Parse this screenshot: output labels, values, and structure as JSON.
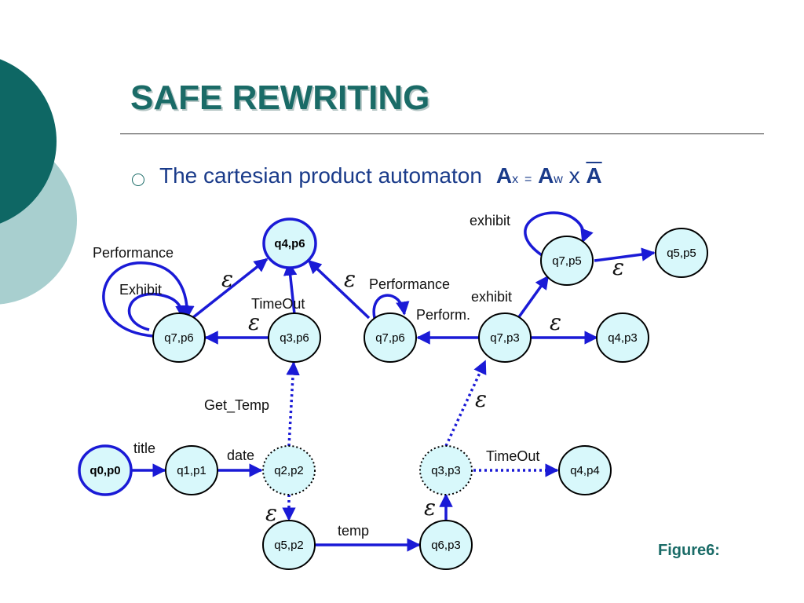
{
  "slide": {
    "title": "SAFE REWRITING",
    "bullet_text": "The cartesian product automaton",
    "formula": {
      "a1": "A",
      "sub1": "x",
      "eq": "=",
      "a2": "A",
      "sub2": "w",
      "times": "x",
      "a3": "A"
    },
    "caption": "Figure6:"
  },
  "colors": {
    "accent": "#1a6b67",
    "accent_light": "#a8cfcf",
    "node_fill": "#d8f8fb",
    "edge": "#1a1ad6",
    "text_blue": "#1a3b8a"
  },
  "diagram": {
    "nodes": [
      {
        "id": "q4p6_top",
        "label": "q4,p6",
        "style": "bold"
      },
      {
        "id": "q7p6_left",
        "label": "q7,p6",
        "style": "solid"
      },
      {
        "id": "q3p6",
        "label": "q3,p6",
        "style": "solid"
      },
      {
        "id": "q7p6_mid",
        "label": "q7,p6",
        "style": "solid"
      },
      {
        "id": "q7p3",
        "label": "q7,p3",
        "style": "solid"
      },
      {
        "id": "q4p3",
        "label": "q4,p3",
        "style": "solid"
      },
      {
        "id": "q7p5",
        "label": "q7,p5",
        "style": "solid"
      },
      {
        "id": "q5p5",
        "label": "q5,p5",
        "style": "solid"
      },
      {
        "id": "q0p0",
        "label": "q0,p0",
        "style": "start"
      },
      {
        "id": "q1p1",
        "label": "q1,p1",
        "style": "solid"
      },
      {
        "id": "q2p2",
        "label": "q2,p2",
        "style": "dotted"
      },
      {
        "id": "q5p2",
        "label": "q5,p2",
        "style": "solid"
      },
      {
        "id": "q6p3",
        "label": "q6,p3",
        "style": "solid"
      },
      {
        "id": "q3p3",
        "label": "q3,p3",
        "style": "dotted"
      },
      {
        "id": "q4p4",
        "label": "q4,p4",
        "style": "solid"
      }
    ],
    "labels": [
      {
        "id": "performance_left",
        "text": "Performance"
      },
      {
        "id": "exhibit_left",
        "text": "Exhibit"
      },
      {
        "id": "eps_1",
        "text": "ε"
      },
      {
        "id": "timeout_mid",
        "text": "TimeOut"
      },
      {
        "id": "eps_2",
        "text": "ε"
      },
      {
        "id": "eps_3",
        "text": "ε"
      },
      {
        "id": "performance_mid",
        "text": "Performance"
      },
      {
        "id": "perform_mid",
        "text": "Perform."
      },
      {
        "id": "exhibit_top",
        "text": "exhibit"
      },
      {
        "id": "exhibit_mid",
        "text": "exhibit"
      },
      {
        "id": "eps_4",
        "text": "ε"
      },
      {
        "id": "eps_5",
        "text": "ε"
      },
      {
        "id": "eps_6",
        "text": "ε"
      },
      {
        "id": "get_temp",
        "text": "Get_Temp"
      },
      {
        "id": "title_lbl",
        "text": "title"
      },
      {
        "id": "date_lbl",
        "text": "date"
      },
      {
        "id": "timeout_bottom",
        "text": "TimeOut"
      },
      {
        "id": "eps_7",
        "text": "ε"
      },
      {
        "id": "eps_8",
        "text": "ε"
      },
      {
        "id": "temp_lbl",
        "text": "temp"
      }
    ]
  }
}
